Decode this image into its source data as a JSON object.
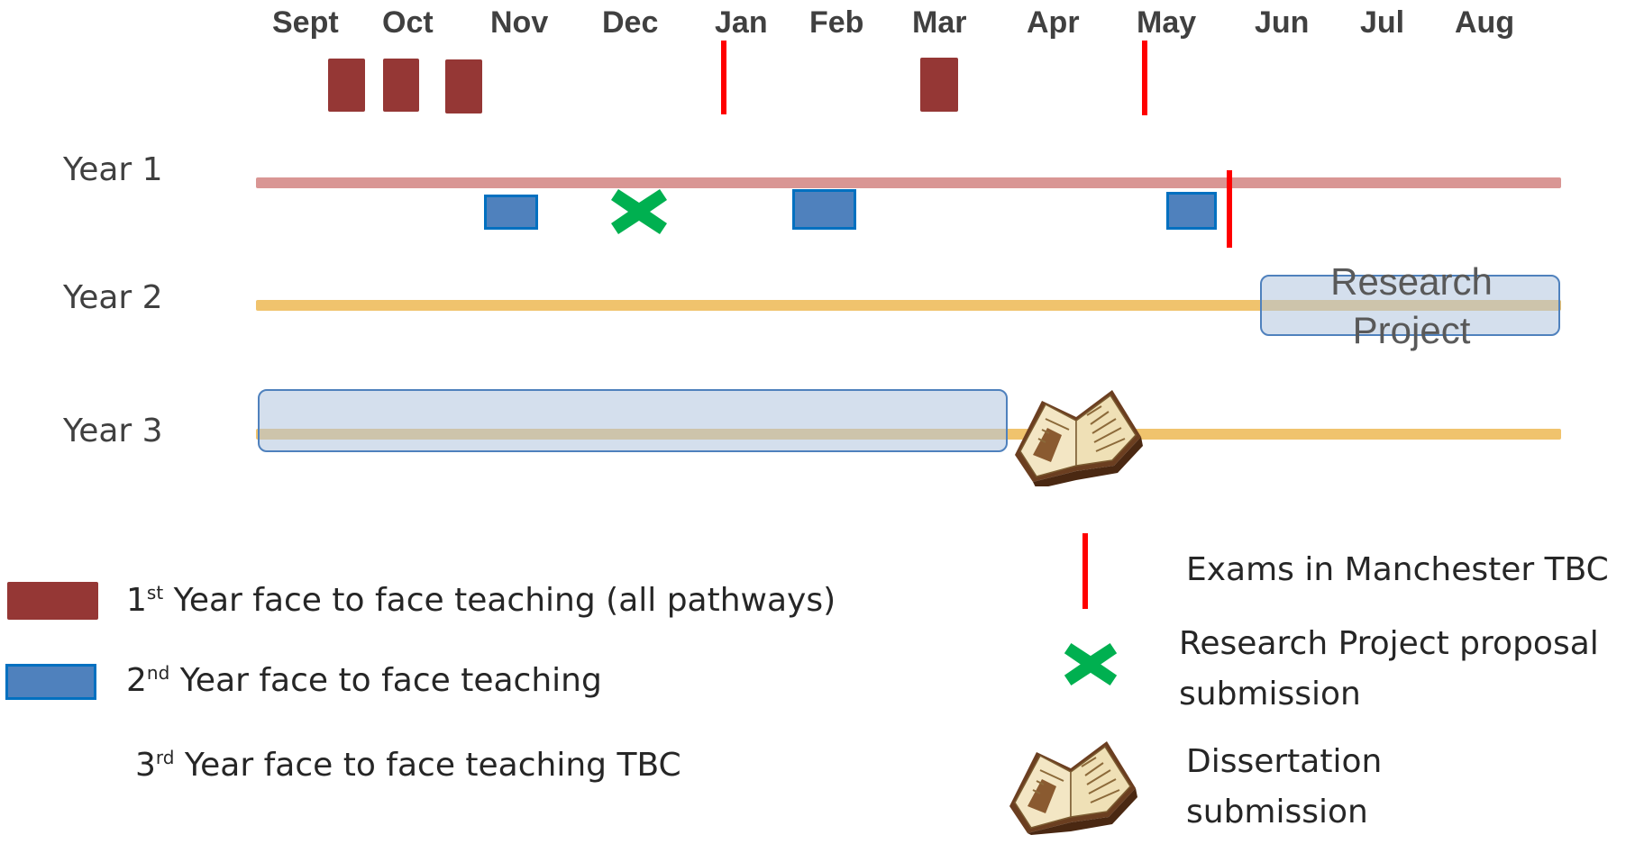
{
  "months": [
    "Sept",
    "Oct",
    "Nov",
    "Dec",
    "Jan",
    "Feb",
    "Mar",
    "Apr",
    "May",
    "Jun",
    "Jul",
    "Aug"
  ],
  "years": [
    "Year 1",
    "Year 2",
    "Year 3"
  ],
  "research_project": {
    "line1": "Research",
    "line2": "Project"
  },
  "legend": {
    "first_year": {
      "ordinal": "1",
      "suffix": "st",
      "text": " Year face to face teaching (all pathways)"
    },
    "second_year": {
      "ordinal": "2",
      "suffix": "nd",
      "text": " Year face to face teaching"
    },
    "third_year": {
      "ordinal": "3",
      "suffix": "rd",
      "text": " Year face to face teaching TBC"
    },
    "exams": "Exams in Manchester TBC",
    "proposal_line1": "Research Project proposal",
    "proposal_line2": "submission",
    "dissertation_line1": "Dissertation",
    "dissertation_line2": "submission"
  },
  "colors": {
    "first_year_block": "#953735",
    "second_year_block": "#4f81bd",
    "exam_mark": "#ff0000",
    "proposal_mark": "#00b050",
    "year1_line": "#d99694",
    "year2_3_line": "#f0c36d"
  },
  "icons": [
    "exam-mark-icon",
    "proposal-cross-icon",
    "book-icon"
  ]
}
